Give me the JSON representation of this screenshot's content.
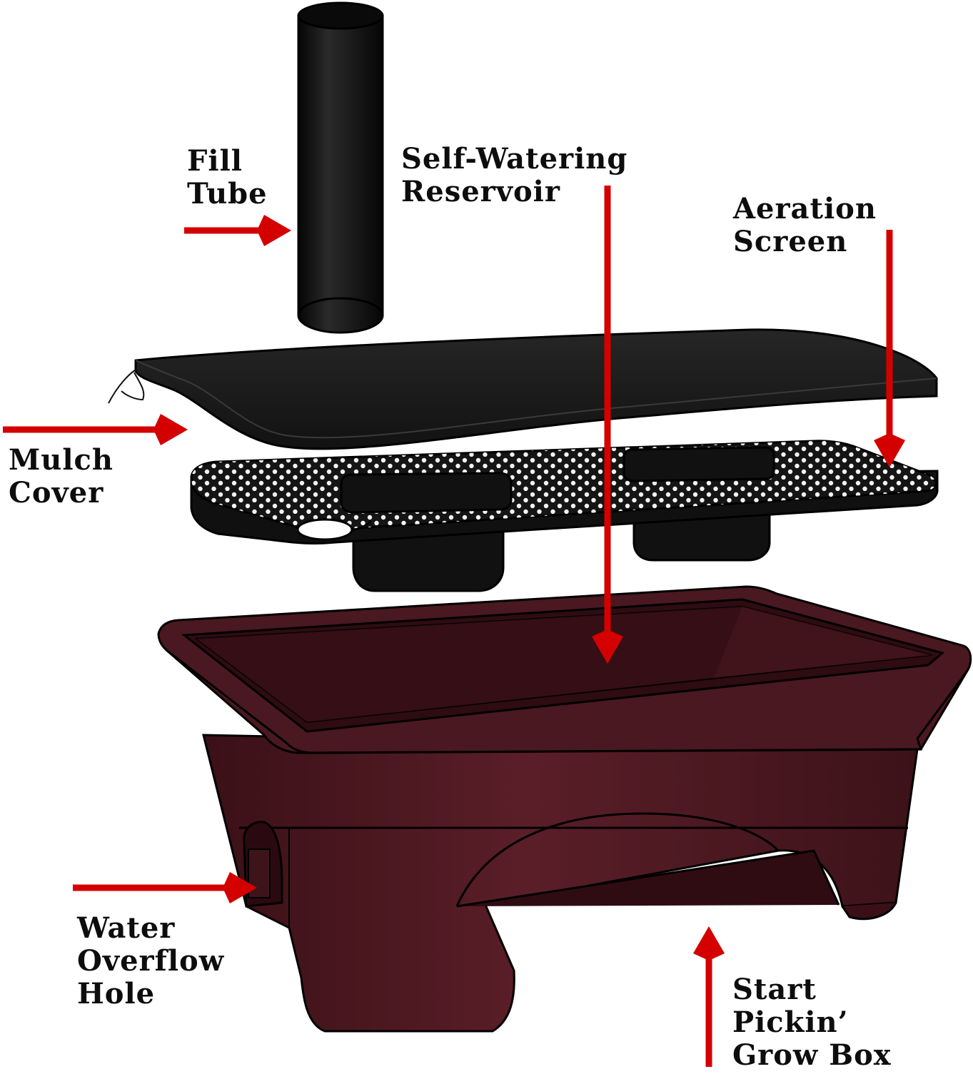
{
  "colors": {
    "arrow": "#d40000",
    "box_body": "#4a1820",
    "box_dark": "#2e0c12",
    "cover": "#1b1b1b",
    "screen": "#161616",
    "tube": "#0e0e0e",
    "outline": "#000000"
  },
  "labels": {
    "fill_tube": [
      "Fill",
      "Tube"
    ],
    "reservoir": [
      "Self-Watering",
      "Reservoir"
    ],
    "aeration": [
      "Aeration",
      "Screen"
    ],
    "mulch": [
      "Mulch",
      "Cover"
    ],
    "overflow": [
      "Water",
      "Overflow",
      "Hole"
    ],
    "grow_box": [
      "Start",
      "Pickin’",
      "Grow Box"
    ]
  },
  "parts": {
    "fill_tube": "fill-tube",
    "mulch_cover": "mulch-cover",
    "aeration_screen": "aeration-screen",
    "grow_box": "grow-box",
    "overflow_hole": "overflow-hole"
  }
}
